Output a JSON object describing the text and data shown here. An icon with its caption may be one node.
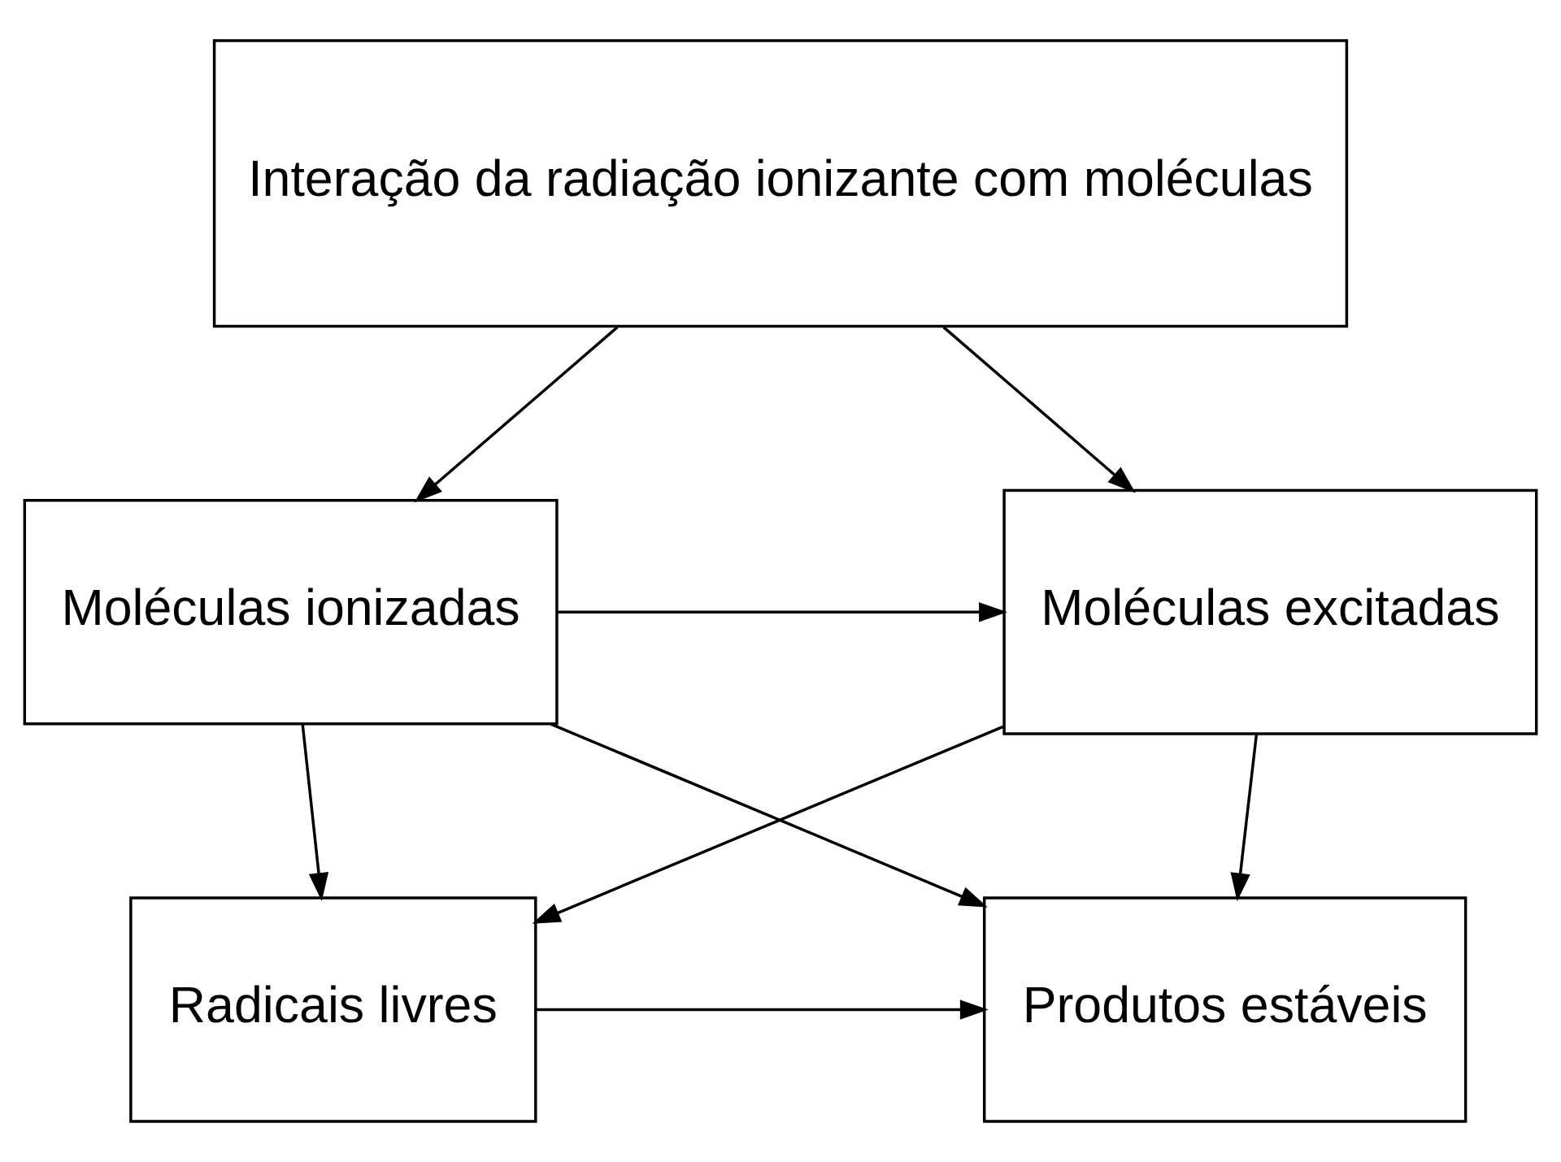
{
  "diagram": {
    "nodes": [
      {
        "text": [
          "Interação da radiação ionizante com moléculas"
        ]
      },
      {
        "text": [
          "Moléculas ionizadas"
        ]
      },
      {
        "text": [
          "Moléculas excitadas"
        ]
      },
      {
        "text": [
          "Radicais livres"
        ]
      },
      {
        "text": [
          "Produtos estáveis"
        ]
      }
    ],
    "edges": [
      {
        "from": 0,
        "to": 1,
        "arrow": "to"
      },
      {
        "from": 0,
        "to": 2,
        "arrow": "to"
      },
      {
        "from": 1,
        "to": 2,
        "arrow": "to"
      },
      {
        "from": 1,
        "to": 3,
        "arrow": "to"
      },
      {
        "from": 1,
        "to": 4,
        "arrow": "to"
      },
      {
        "from": 2,
        "to": 3,
        "arrow": "to"
      },
      {
        "from": 2,
        "to": 4,
        "arrow": "to"
      },
      {
        "from": 3,
        "to": 4,
        "arrow": "to"
      }
    ]
  }
}
